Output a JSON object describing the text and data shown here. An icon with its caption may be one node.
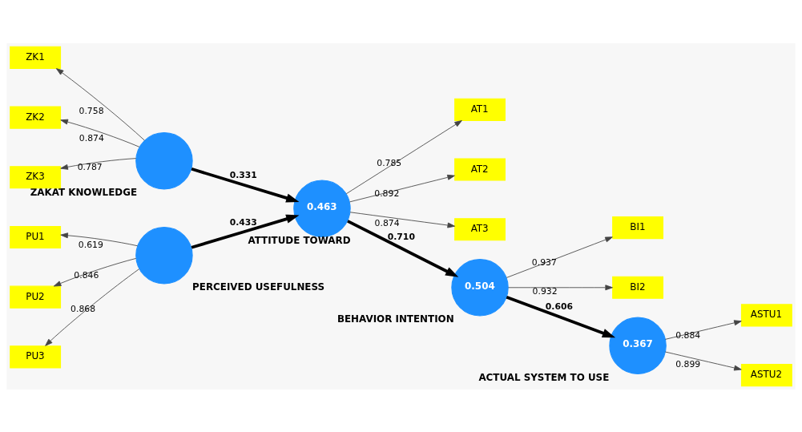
{
  "diagram": {
    "nodes": [
      {
        "text": [
          "ZK1"
        ]
      },
      {
        "text": [],
        "shape": "circle",
        "beside": [
          "ZAKAT KNOWLEDGE"
        ]
      },
      {
        "text": [
          "ZK2"
        ]
      },
      {
        "text": [
          "ZK3"
        ]
      },
      {
        "text": [
          "AT1"
        ]
      },
      {
        "text": [
          "AT2"
        ]
      },
      {
        "text": [
          "AT3"
        ]
      },
      {
        "text": [
          "BI1"
        ]
      },
      {
        "text": [
          "BI2"
        ]
      },
      {
        "text": [
          "0.463"
        ],
        "beside": [
          "ATTITUDE TOWARD"
        ]
      },
      {
        "text": [
          "0.504"
        ],
        "beside": [
          "BEHAVIOR INTENTION"
        ]
      },
      {
        "text": [
          "0.367"
        ],
        "beside": [
          "ACTUAL SYSTEM TO USE"
        ]
      },
      {
        "text": [
          "ASTU1"
        ]
      },
      {
        "text": [
          "ASTU2"
        ]
      },
      {
        "text": [
          "PU1"
        ]
      },
      {
        "text": [],
        "shape": "circle",
        "beside": [
          "PERCEIVED USEFULNESS"
        ]
      },
      {
        "text": [
          "PU2"
        ]
      },
      {
        "text": [
          "PU3"
        ]
      }
    ],
    "edges": [
      {
        "from": 1,
        "to": 0,
        "arrow": "to",
        "label": "0.758"
      },
      {
        "from": 1,
        "to": 2,
        "arrow": "to",
        "label": "0.874"
      },
      {
        "from": 1,
        "to": 3,
        "arrow": "to",
        "label": "0.787"
      },
      {
        "from": 1,
        "to": 9,
        "arrow": "to",
        "label": "0.331",
        "style": "thick"
      },
      {
        "from": 9,
        "to": 4,
        "arrow": "to",
        "label": "0.785"
      },
      {
        "from": 9,
        "to": 5,
        "arrow": "to",
        "label": "0.892"
      },
      {
        "from": 9,
        "to": 6,
        "arrow": "to",
        "label": "0.874"
      },
      {
        "from": 15,
        "to": 9,
        "arrow": "to",
        "label": "0.433",
        "style": "thick"
      },
      {
        "from": 15,
        "to": 14,
        "arrow": "to",
        "label": "0.619"
      },
      {
        "from": 15,
        "to": 16,
        "arrow": "to",
        "label": "0.846"
      },
      {
        "from": 15,
        "to": 17,
        "arrow": "to",
        "label": "0.868"
      },
      {
        "from": 9,
        "to": 10,
        "arrow": "to",
        "label": "0.710",
        "style": "thick"
      },
      {
        "from": 10,
        "to": 7,
        "arrow": "to",
        "label": "0.937"
      },
      {
        "from": 10,
        "to": 8,
        "arrow": "to",
        "label": "0.932"
      },
      {
        "from": 10,
        "to": 11,
        "arrow": "to",
        "label": "0.606",
        "style": "thick"
      },
      {
        "from": 11,
        "to": 12,
        "arrow": "to",
        "label": "0.884"
      },
      {
        "from": 11,
        "to": 13,
        "arrow": "to",
        "label": "0.899"
      }
    ]
  }
}
